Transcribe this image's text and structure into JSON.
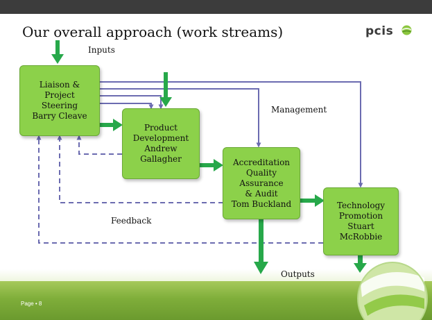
{
  "title": "Our overall approach (work streams)",
  "logo": {
    "text": "pcis"
  },
  "labels": {
    "inputs": "Inputs",
    "management": "Management",
    "feedback": "Feedback",
    "outputs": "Outputs"
  },
  "boxes": {
    "liaison": "Liaison &\nProject\nSteering\nBarry Cleave",
    "product": "Product\nDevelopment\nAndrew\nGallagher",
    "accreditation": "Accreditation\nQuality\nAssurance\n& Audit\nTom Buckland",
    "technology": "Technology\nPromotion\nStuart\nMcRobbie"
  },
  "footer": {
    "page": "Page • 8"
  },
  "colors": {
    "box": "#8cd14a",
    "arrow_green": "#27a84a",
    "line_purple": "#6b6bb0",
    "footer": "#7fae3a"
  }
}
